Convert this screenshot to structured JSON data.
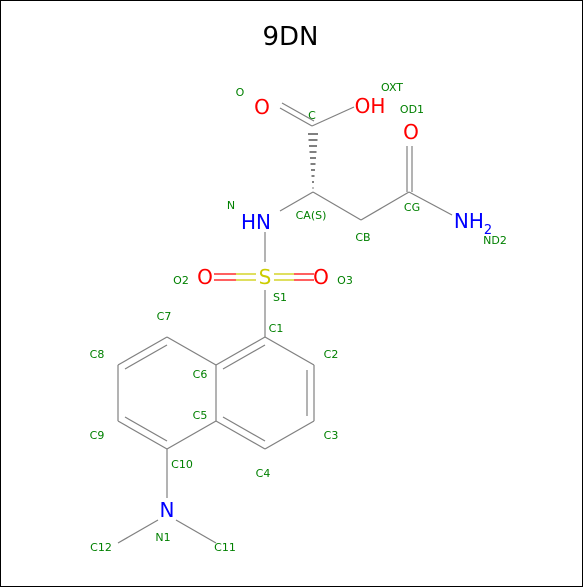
{
  "molecule": {
    "title": "9DN",
    "colors": {
      "bond": "#808080",
      "oxygen": "#ff0000",
      "nitrogen": "#0000ff",
      "sulfur": "#cccc00",
      "label": "#008000"
    },
    "atom_symbols": {
      "o_carbonyl": "O",
      "oh": "OH",
      "o_amide": "O",
      "nh": "HN",
      "nh2_main": "NH",
      "nh2_sub": "2",
      "o2": "O",
      "o3": "O",
      "s": "S",
      "n_dimethyl": "N"
    },
    "atom_names": {
      "O": "O",
      "OXT": "OXT",
      "OD1": "OD1",
      "C": "C",
      "N": "N",
      "CA": "CA(S)",
      "CG": "CG",
      "CB": "CB",
      "ND2": "ND2",
      "O2": "O2",
      "O3": "O3",
      "S1": "S1",
      "C7": "C7",
      "C1": "C1",
      "C8": "C8",
      "C2": "C2",
      "C6": "C6",
      "C5": "C5",
      "C9": "C9",
      "C3": "C3",
      "C10": "C10",
      "C4": "C4",
      "N1": "N1",
      "C12": "C12",
      "C11": "C11"
    }
  }
}
